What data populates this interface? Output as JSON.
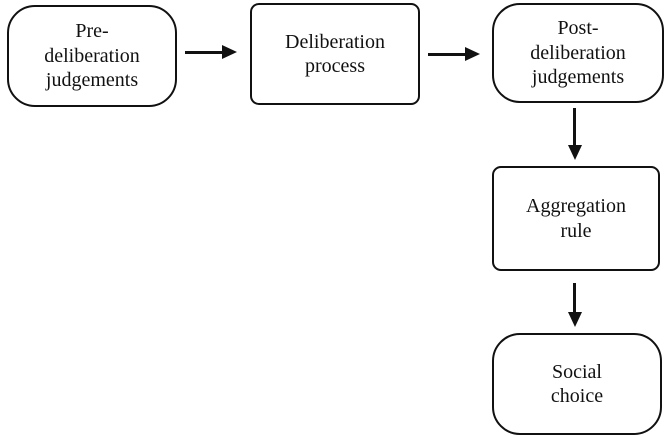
{
  "diagram": {
    "type": "flowchart",
    "nodes": [
      {
        "id": "pre-deliberation-judgements",
        "label": "Pre-\ndeliberation\njudgements",
        "shape": "rounded-stadium"
      },
      {
        "id": "deliberation-process",
        "label": "Deliberation\nprocess",
        "shape": "rectangle"
      },
      {
        "id": "post-deliberation-judgements",
        "label": "Post-\ndeliberation\njudgements",
        "shape": "rounded-stadium"
      },
      {
        "id": "aggregation-rule",
        "label": "Aggregation\nrule",
        "shape": "rectangle"
      },
      {
        "id": "social-choice",
        "label": "Social\nchoice",
        "shape": "rounded-stadium"
      }
    ],
    "edges": [
      {
        "from": "pre-deliberation-judgements",
        "to": "deliberation-process",
        "direction": "right"
      },
      {
        "from": "deliberation-process",
        "to": "post-deliberation-judgements",
        "direction": "right"
      },
      {
        "from": "post-deliberation-judgements",
        "to": "aggregation-rule",
        "direction": "down"
      },
      {
        "from": "aggregation-rule",
        "to": "social-choice",
        "direction": "down"
      }
    ],
    "colors": {
      "stroke": "#111111",
      "text": "#111111",
      "background": "#ffffff"
    }
  }
}
